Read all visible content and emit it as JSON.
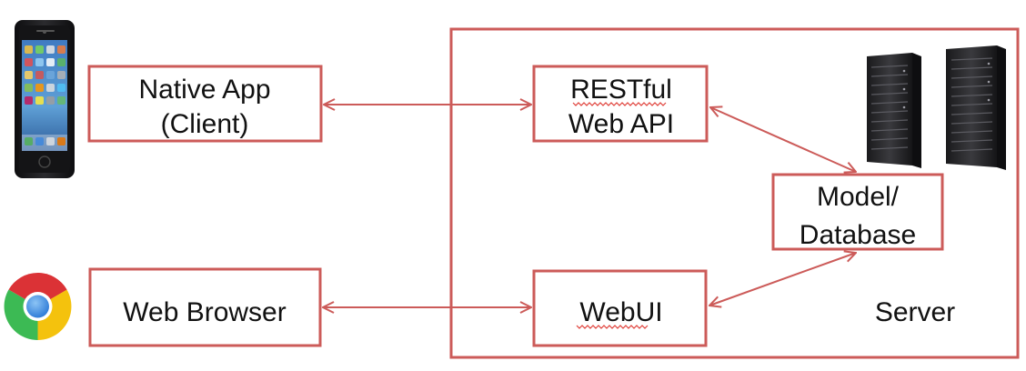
{
  "colors": {
    "box_stroke": "#cc5b59",
    "arrow": "#cc5b59",
    "spellcheck_underline": "#e0413a",
    "phone_body": "#1c1c1e",
    "server_body": "#2a2a2d"
  },
  "icons": {
    "phone": "smartphone-icon",
    "browser": "chrome-browser-icon",
    "server": "server-rack-icon"
  },
  "nodes": {
    "native_app": {
      "line1": "Native App",
      "line2": "(Client)"
    },
    "web_browser": {
      "label": "Web Browser"
    },
    "restful_api": {
      "line1": "RESTful",
      "line2": "Web API"
    },
    "model_db": {
      "line1": "Model/",
      "line2": "Database"
    },
    "webui": {
      "label": "WebUI"
    },
    "server": {
      "label": "Server"
    }
  },
  "connections": [
    {
      "from": "native_app",
      "to": "restful_api",
      "type": "bidirectional"
    },
    {
      "from": "web_browser",
      "to": "webui",
      "type": "bidirectional"
    },
    {
      "from": "restful_api",
      "to": "model_db",
      "type": "bidirectional"
    },
    {
      "from": "webui",
      "to": "model_db",
      "type": "bidirectional"
    }
  ]
}
